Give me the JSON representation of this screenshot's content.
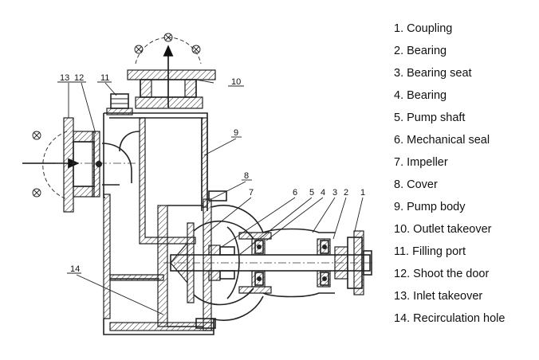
{
  "legend": [
    "1. Coupling",
    "2. Bearing",
    "3. Bearing seat",
    "4. Bearing",
    "5. Pump shaft",
    "6. Mechanical seal",
    "7. Impeller",
    "8. Cover",
    "9. Pump body",
    "10. Outlet takeover",
    "11. Filling port",
    "12. Shoot the door",
    "13. Inlet takeover",
    "14. Recirculation hole"
  ],
  "callouts": [
    "1",
    "2",
    "3",
    "4",
    "5",
    "6",
    "7",
    "8",
    "9",
    "10",
    "11",
    "12",
    "13",
    "14"
  ]
}
